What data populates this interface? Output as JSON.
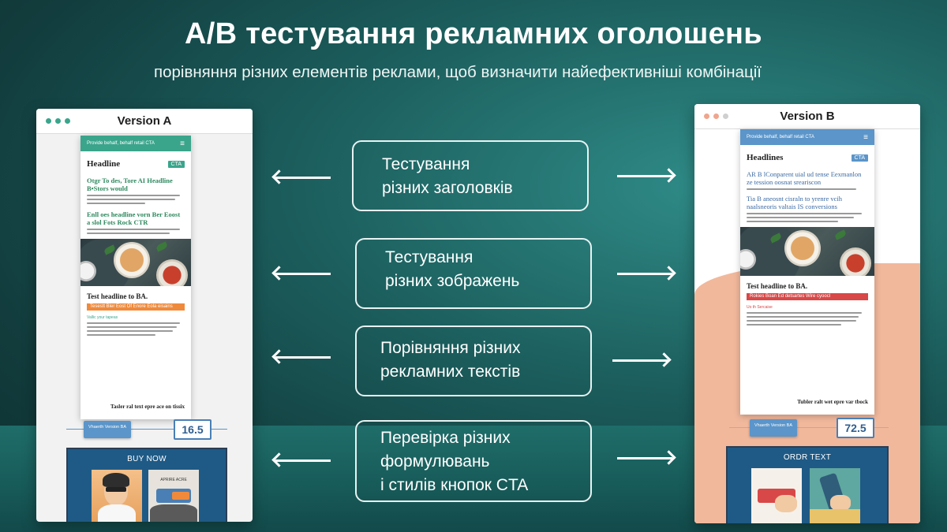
{
  "title": "A/B тестування рекламних оголошень",
  "subtitle": "порівняння різних елементів реклами, щоб визначити найефективніші комбінації",
  "version_a": {
    "window_title": "Version A",
    "nav_text": "Provide behalf, behalf retail CTA",
    "headline": "Headline",
    "cta_chip": "CTA",
    "heading_1": "Otgr To des, Tore AI Headline B•Stors would",
    "heading_2": "Enll oes headline vorn Ber Eoost a slol Fots Rock CTR",
    "subhead": "Test headline to BA.",
    "band_text": "Tesestt Bler Eost Of Enore Eola eisains",
    "small_note": "Vallic your tapeas",
    "footer_text": "Tasler ral text epre ace on tissix",
    "slider_button": "Vhaerth Version BA",
    "slider_value": "16.5",
    "cta_label": "BUY NOW",
    "thumb_text": "APRIRE ACRE"
  },
  "version_b": {
    "window_title": "Version B",
    "nav_text": "Provide behalf, behalf retail CTA",
    "headline": "Headlines",
    "cta_chip": "CTA",
    "heading_1": "AR B lConparent uial ud tense Eexmanlon ze tession oosnat sreariscon",
    "heading_2": "Tia B aneosnt cisraln to yrenre vcih naalsneoris valtais IS conversions",
    "subhead": "Test headline to BA.",
    "band_text": "Rokies Boan Ed detsartes Wire cyoocl",
    "small_note": "Uo th Sercaise",
    "footer_text": "Tubler ralt wet epre var tbock",
    "slider_button": "Vhaerth Version BA",
    "slider_value": "72.5",
    "cta_label": "ORDR TEXT"
  },
  "labels": [
    {
      "line1": "Тестування",
      "line2": "різних заголовків"
    },
    {
      "line1": "Тестування",
      "line2": "різних зображень"
    },
    {
      "line1": "Порівняння різних",
      "line2": "рекламних текстів"
    },
    {
      "line1": "Перевірка різних",
      "line2": "формулювань",
      "line3": "і стилів кнопок CTA"
    }
  ],
  "colors": {
    "version_a_accent": "#3aa58b",
    "version_b_accent": "#5b95c9",
    "version_b_background": "#f1b89c",
    "cta_panel": "#1f5a86"
  }
}
